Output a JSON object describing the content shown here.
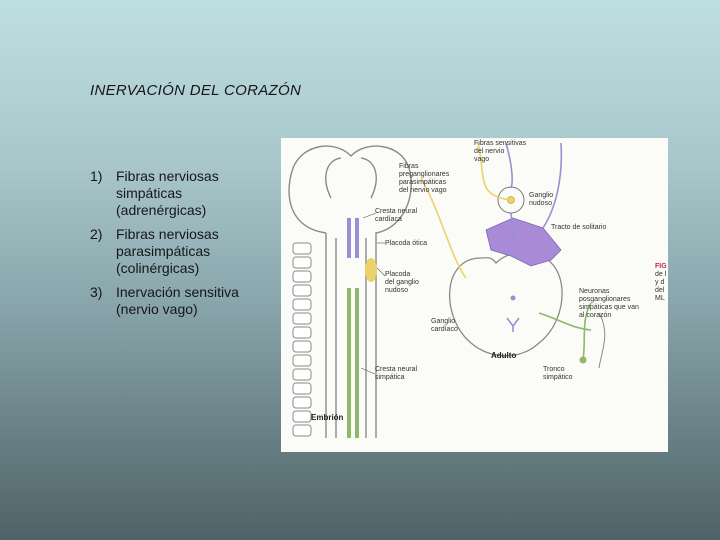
{
  "slide": {
    "title": "INERVACIÓN DEL CORAZÓN",
    "items": [
      {
        "number": "1)",
        "text": "Fibras nerviosas\nsimpáticas\n(adrenérgicas)"
      },
      {
        "number": "2)",
        "text": "Fibras nerviosas\nparasimpáticas\n(colinérgicas)"
      },
      {
        "number": "3)",
        "text": "Inervación sensitiva\n(nervio vago)"
      }
    ]
  },
  "figure": {
    "labels": {
      "sensory_fibers": "Fibras sensitivas\ndel nervio\nvago",
      "preganglionic": "Fibras\npreganglionares\nparasimpáticas\ndel nervio vago",
      "nodose_ganglion": "Ganglio\nnudoso",
      "neural_crest_cardiac": "Cresta neural\ncardíaca",
      "solitary_tract": "Tracto de solitario",
      "otic_placode": "Placoda ótica",
      "nodose_placode": "Placoda\ndel ganglio\nnudoso",
      "postganglionic": "Neuronas\nposganglionares\nsimpáticas que van\nal corazón",
      "cardiac_ganglion": "Ganglio\ncardíaco",
      "adult": "Adulto",
      "neural_crest_sympathetic": "Cresta neural\nsimpática",
      "sympathetic_trunk": "Tronco\nsimpático",
      "embryo": "Embrión",
      "caption_fig": "FIG",
      "caption_lines": "de l\ny d\ndel\nML"
    },
    "colors": {
      "background_top": "#bedfe2",
      "background_bottom": "#4f6267",
      "parasympathetic": "#9b8fd1",
      "heart_region": "#a88ad6",
      "sympathetic": "#8fb86a",
      "sensory": "#e9d36a",
      "outline": "#8a8a8a"
    }
  }
}
